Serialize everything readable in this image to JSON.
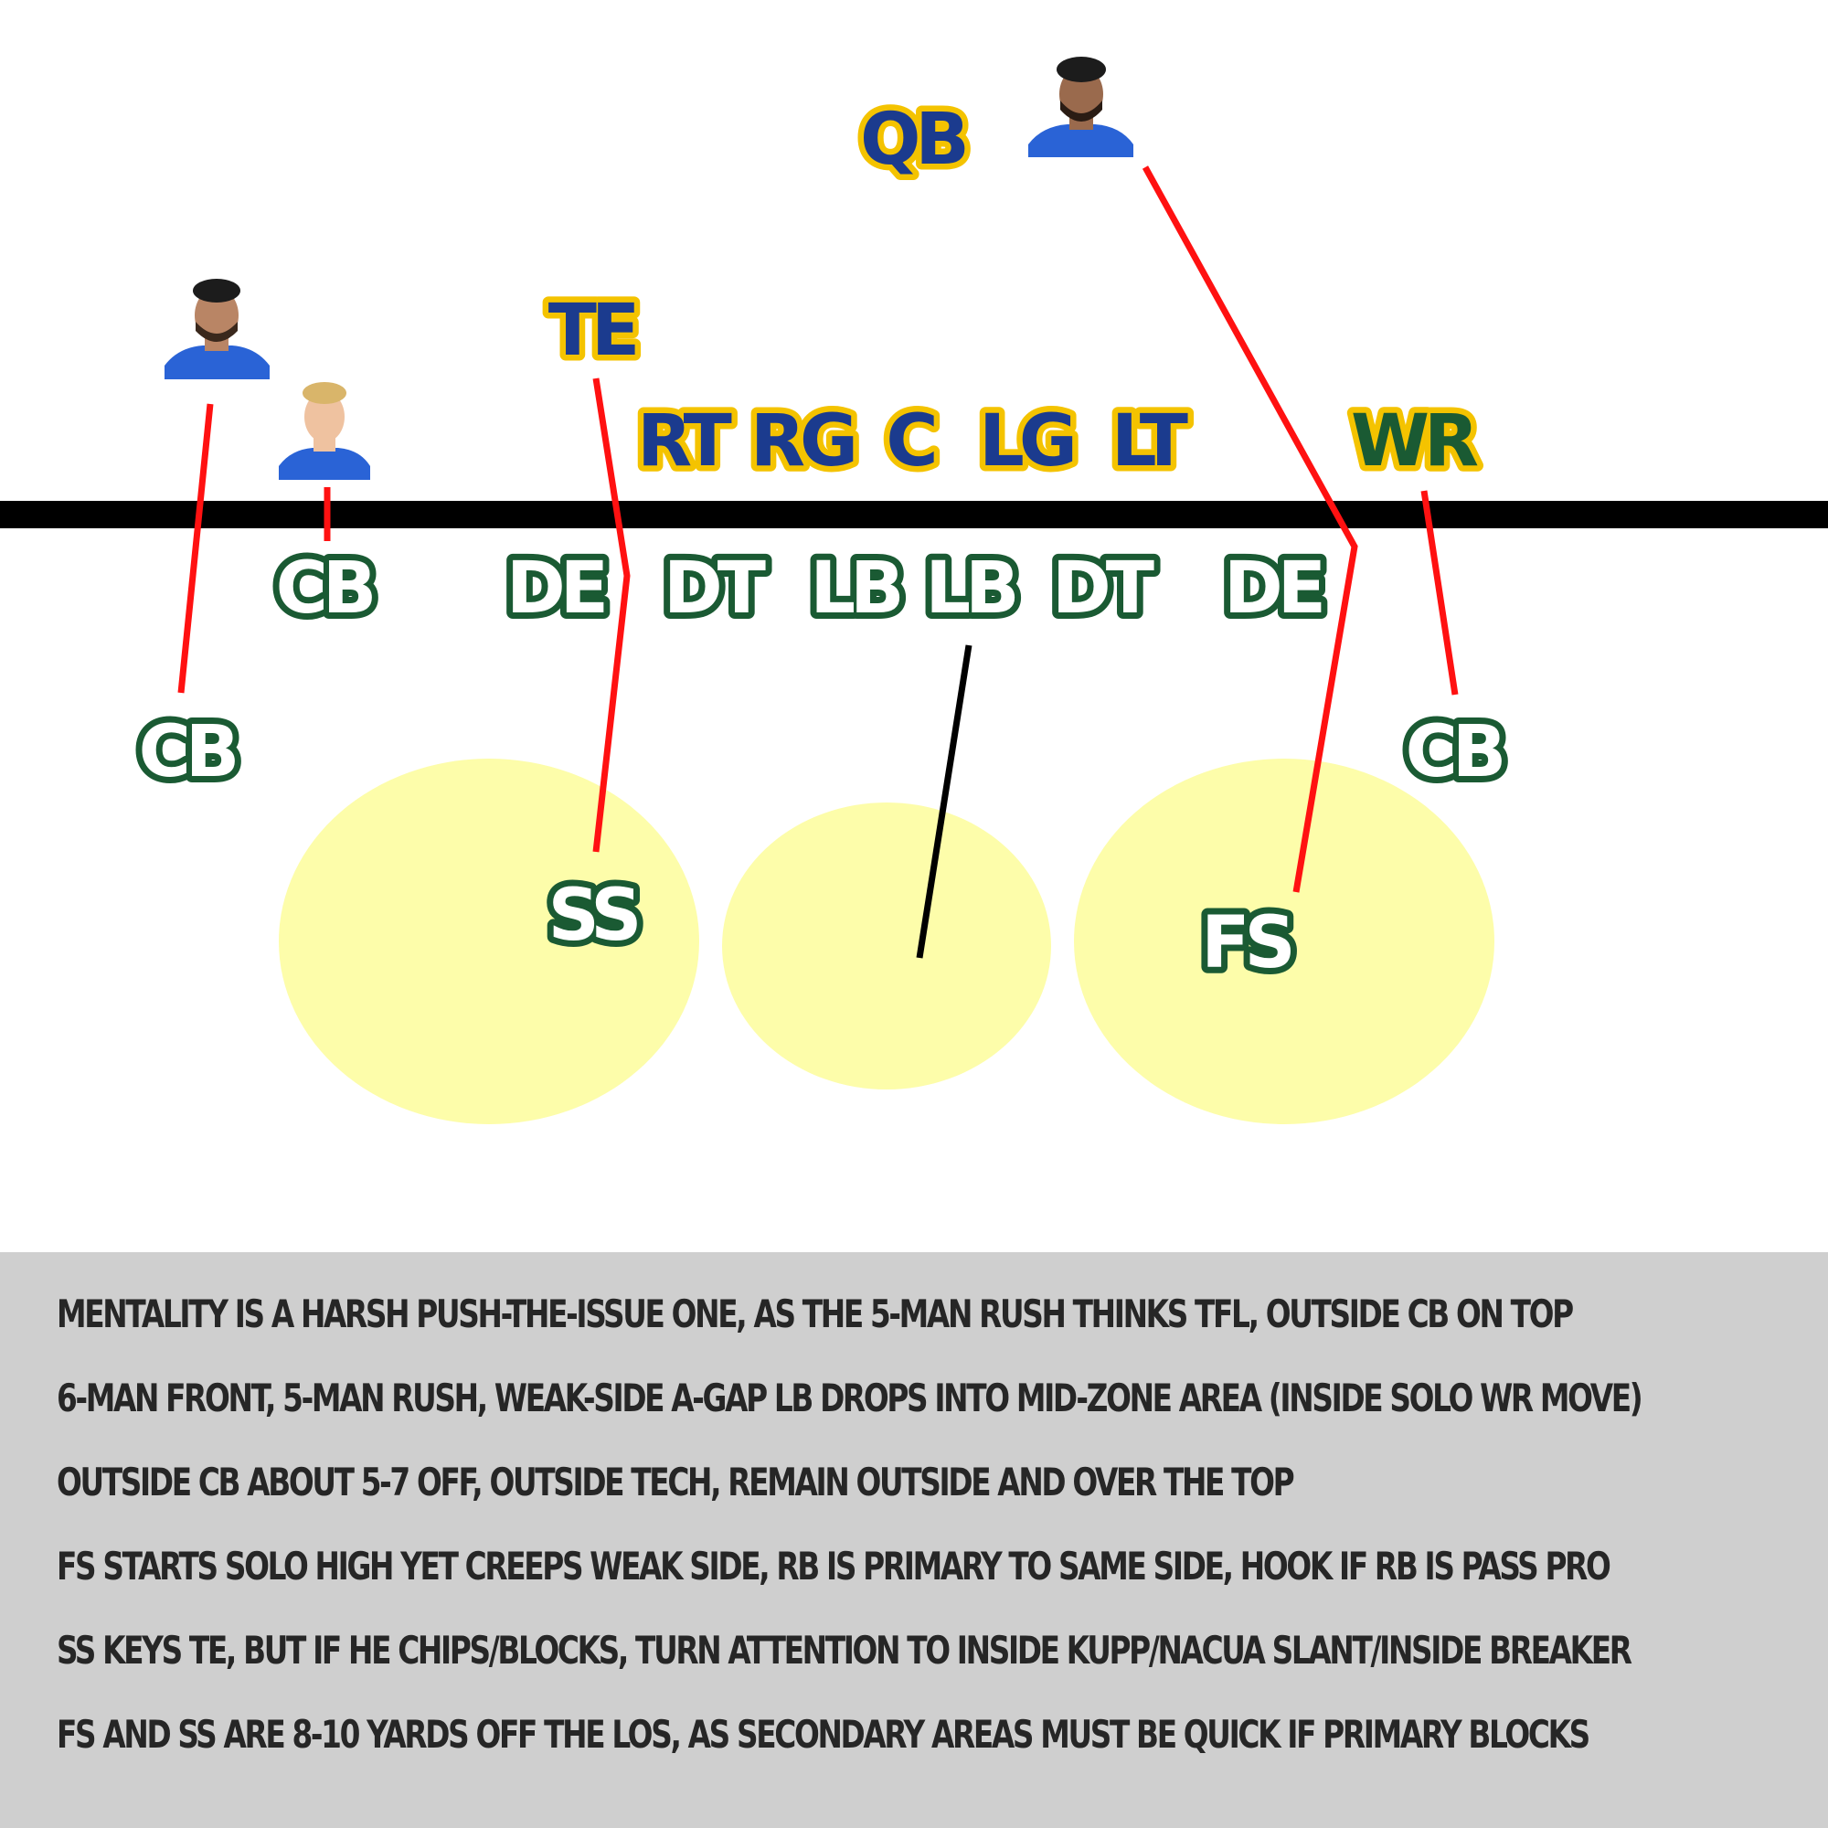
{
  "diagram": {
    "offense": {
      "qb": "QB",
      "te": "TE",
      "line": [
        "RT",
        "RG",
        "C",
        "LG",
        "LT"
      ],
      "wr": "WR"
    },
    "defense": {
      "cb_left_deep": "CB",
      "cb_left_press": "CB",
      "line": [
        "DE",
        "DT",
        "LB",
        "LB",
        "DT",
        "DE"
      ],
      "cb_right": "CB",
      "ss": "SS",
      "fs": "FS"
    },
    "players": [
      {
        "name": "player-photo-qb",
        "icon": "person-photo-icon"
      },
      {
        "name": "player-photo-wr-outside",
        "icon": "person-photo-icon"
      },
      {
        "name": "player-photo-wr-slot",
        "icon": "person-photo-icon"
      }
    ],
    "colors": {
      "offense_text": "#1b3b8e",
      "offense_outline": "#f4c300",
      "defense_outline": "#1a5a33",
      "wr_text": "#1a5a33",
      "route_lines": "#ff1111",
      "lb_drop_line": "#000000",
      "zones": "#fdfdaa",
      "line_of_scrimmage": "#000000",
      "notes_background": "#cfcfcf"
    }
  },
  "notes": [
    "MENTALITY IS A HARSH PUSH-THE-ISSUE ONE, AS THE 5-MAN RUSH THINKS TFL, OUTSIDE CB ON TOP",
    "6-MAN FRONT, 5-MAN RUSH, WEAK-SIDE A-GAP LB DROPS INTO MID-ZONE AREA (INSIDE SOLO WR MOVE)",
    "OUTSIDE CB ABOUT 5-7 OFF, OUTSIDE TECH, REMAIN OUTSIDE AND OVER THE TOP",
    "FS STARTS SOLO HIGH YET CREEPS WEAK SIDE, RB IS PRIMARY TO SAME SIDE, HOOK IF RB IS PASS PRO",
    "SS KEYS TE, BUT IF HE CHIPS/BLOCKS, TURN ATTENTION TO INSIDE KUPP/NACUA SLANT/INSIDE BREAKER",
    "FS AND SS ARE 8-10 YARDS OFF THE LOS, AS SECONDARY AREAS MUST BE QUICK IF PRIMARY BLOCKS"
  ]
}
